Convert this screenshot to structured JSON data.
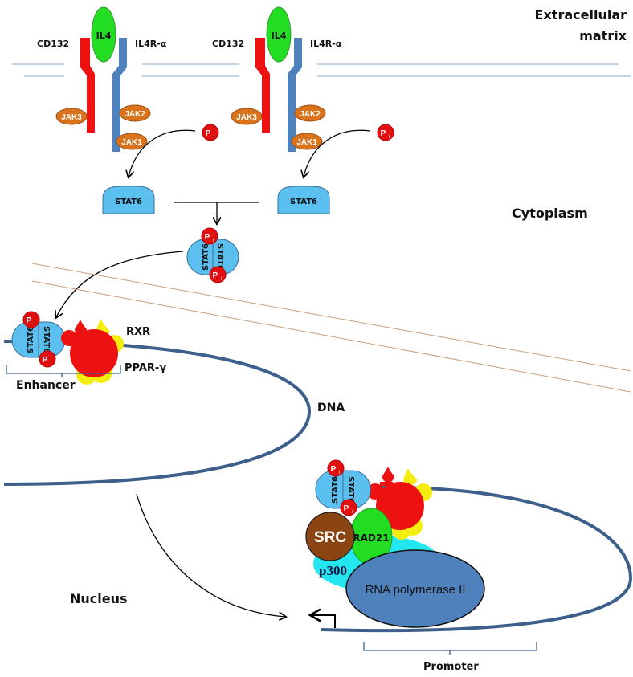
{
  "labels": {
    "extracellular": [
      "Extracellular",
      "matrix"
    ],
    "cytoplasm": "Cytoplasm",
    "nucleus": "Nucleus",
    "dna": "DNA",
    "enhancer": "Enhancer",
    "promoter": "Promoter",
    "rxr": "RXR",
    "ppar": "PPAR-γ"
  },
  "receptor": {
    "cd132": "CD132",
    "il4": "IL4",
    "il4ra": "IL4R-α",
    "jak3": "JAK3",
    "jak2": "JAK2",
    "jak1": "JAK1"
  },
  "stat6": "STAT6",
  "phosphate": {
    "p": "P",
    "sub": "i"
  },
  "complex": {
    "src": "SRC",
    "rad21": "RAD21",
    "p300": "p300",
    "rnapol": "RNA polymerase II"
  },
  "colors": {
    "cd132": "#ee1111",
    "il4": "#22dd22",
    "il4ra": "#4f81bd",
    "jak": "#d9731c",
    "stat6": "#5bc0f0",
    "phosphate": "#e01010",
    "dna": "#3c5f8c",
    "nuclear_membrane": "#c8a07a",
    "rxr": "#f4ee10",
    "ppar": "#ee1111",
    "src": "#8b4513",
    "rad21": "#22dd22",
    "p300": "#22e6f0",
    "rnapol": "#4f81bd"
  }
}
